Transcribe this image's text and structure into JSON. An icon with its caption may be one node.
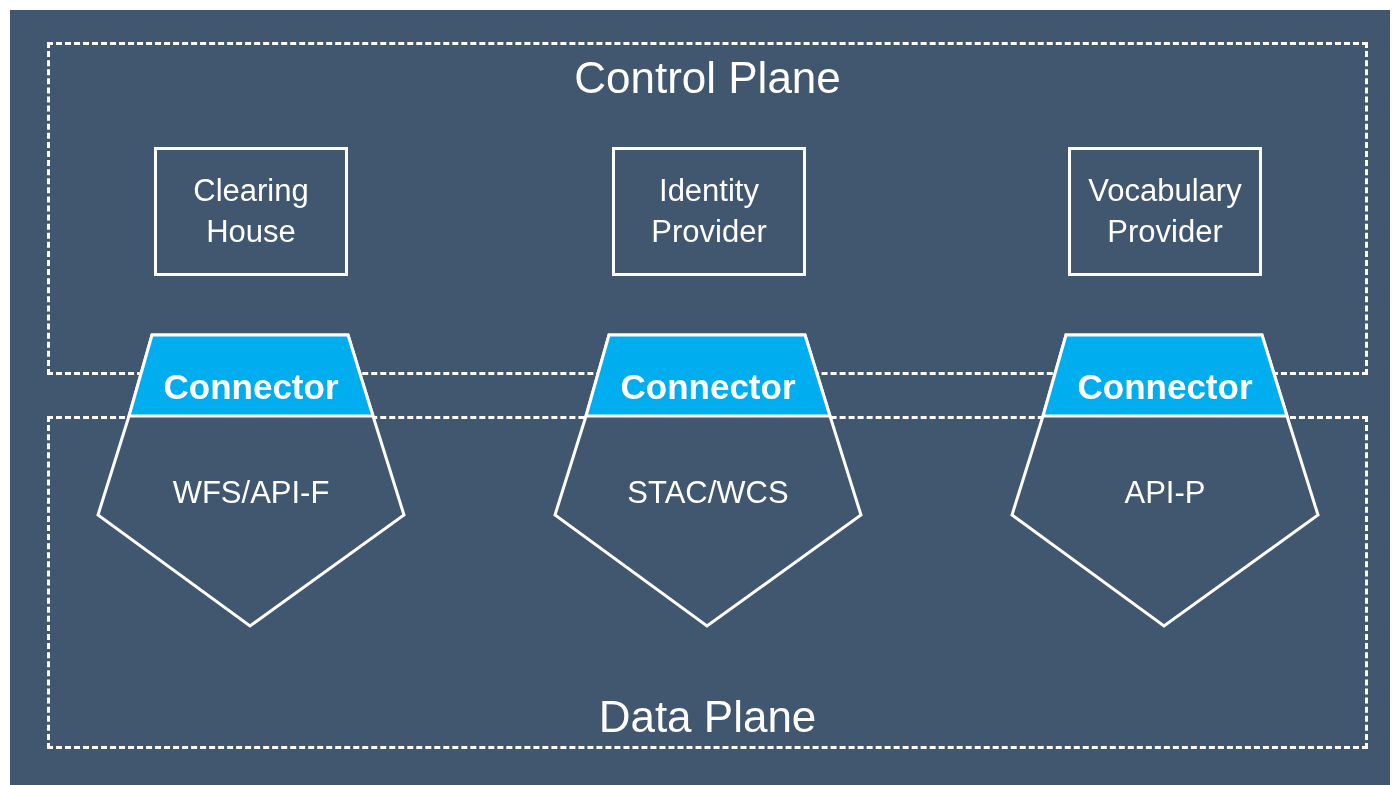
{
  "diagram": {
    "nodes": [
      {
        "text": [
          "Control Plane"
        ]
      },
      {
        "text": [
          "Clearing House"
        ],
        "in": 0
      },
      {
        "text": [
          "Identity Provider"
        ],
        "in": 0
      },
      {
        "text": [
          "Vocabulary Provider"
        ],
        "in": 0
      },
      {
        "text": [
          "Connector",
          "WFS/API-F"
        ]
      },
      {
        "text": [
          "Connector",
          "STAC/WCS"
        ]
      },
      {
        "text": [
          "Connector",
          "API-P"
        ]
      },
      {
        "text": [
          "Data Plane"
        ]
      }
    ]
  }
}
